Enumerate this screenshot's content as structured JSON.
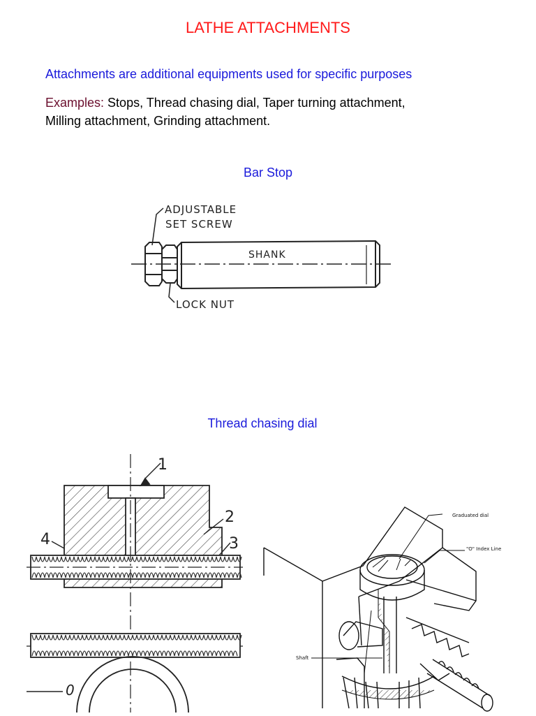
{
  "title": "LATHE ATTACHMENTS",
  "intro": "Attachments are additional equipments used for specific purposes",
  "examples_label": "Examples:",
  "examples_text_1": " Stops, Thread chasing dial, Taper turning attachment,",
  "examples_text_2": "Milling attachment, Grinding attachment.",
  "bar_stop": {
    "caption": "Bar Stop",
    "label_adjustable": "ADJUSTABLE",
    "label_set_screw": "SET SCREW",
    "label_shank": "SHANK",
    "label_lock_nut": "LOCK NUT"
  },
  "thread_dial": {
    "caption": "Thread chasing dial",
    "label_1": "1",
    "label_2": "2",
    "label_3": "3",
    "label_4": "4",
    "label_0": "0",
    "label_graduated": "Graduated dial",
    "label_index": "\"O\" Index Line",
    "label_shaft": "Shaft"
  }
}
